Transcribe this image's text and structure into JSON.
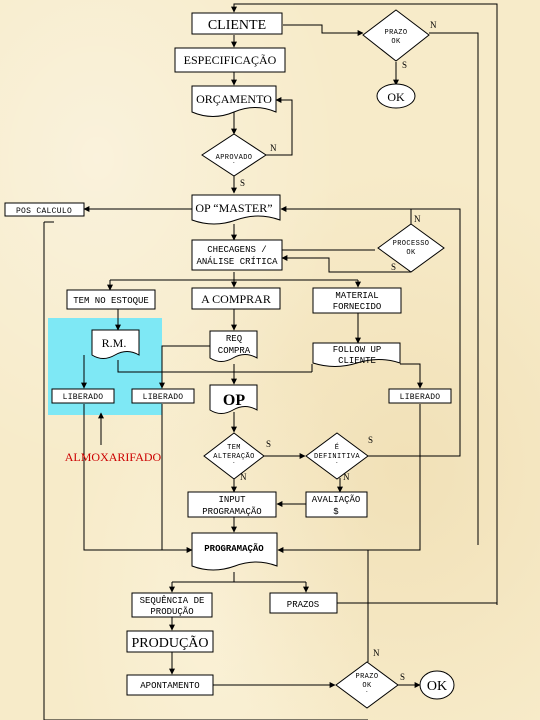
{
  "colors": {
    "background": "#f7ebc9",
    "highlight": "#7ee8f5",
    "alert_text": "#cc0000"
  },
  "labels": {
    "cliente": "CLIENTE",
    "especificacao": "ESPECIFICAÇÃO",
    "orcamento": "ORÇAMENTO",
    "aprovado": "APROVADO",
    "prazo_ok_1": "PRAZO",
    "prazo_ok_2": "OK",
    "ok_top": "OK",
    "poscalculo": "POS CALCULO",
    "op_master": "OP “MASTER”",
    "checagens_1": "CHECAGENS /",
    "checagens_2": "ANÁLISE CRÍTICA",
    "processo_ok_1": "PROCESSO",
    "processo_ok_2": "OK",
    "tem_no_estoque": "TEM NO ESTOQUE",
    "a_comprar": "A COMPRAR",
    "material_1": "MATERIAL",
    "material_2": "FORNECIDO",
    "rm": "R.M.",
    "req_1": "REQ",
    "req_2": "COMPRA",
    "follow_1": "FOLLOW UP",
    "follow_2": "CLIENTE",
    "liberado": "LIBERADO",
    "op": "OP",
    "almoxarifado": "ALMOXARIFADO",
    "tem_alteracao_1": "TEM",
    "tem_alteracao_2": "ALTERAÇÃO",
    "e_definitiva_1": "É",
    "e_definitiva_2": "DEFINITIVA",
    "input_1": "INPUT",
    "input_2": "PROGRAMAÇÃO",
    "avaliacao_1": "AVALIAÇÃO",
    "avaliacao_2": "$",
    "programacao": "PROGRAMAÇÃO",
    "sequencia_1": "SEQUÊNCIA DE",
    "sequencia_2": "PRODUÇÃO",
    "prazos": "PRAZOS",
    "producao": "PRODUÇÃO",
    "apontamento": "APONTAMENTO",
    "prazo_ok_b_1": "PRAZO",
    "prazo_ok_b_2": "OK",
    "ok_bottom": "OK",
    "n": "N",
    "s": "S",
    "tick": "`"
  }
}
